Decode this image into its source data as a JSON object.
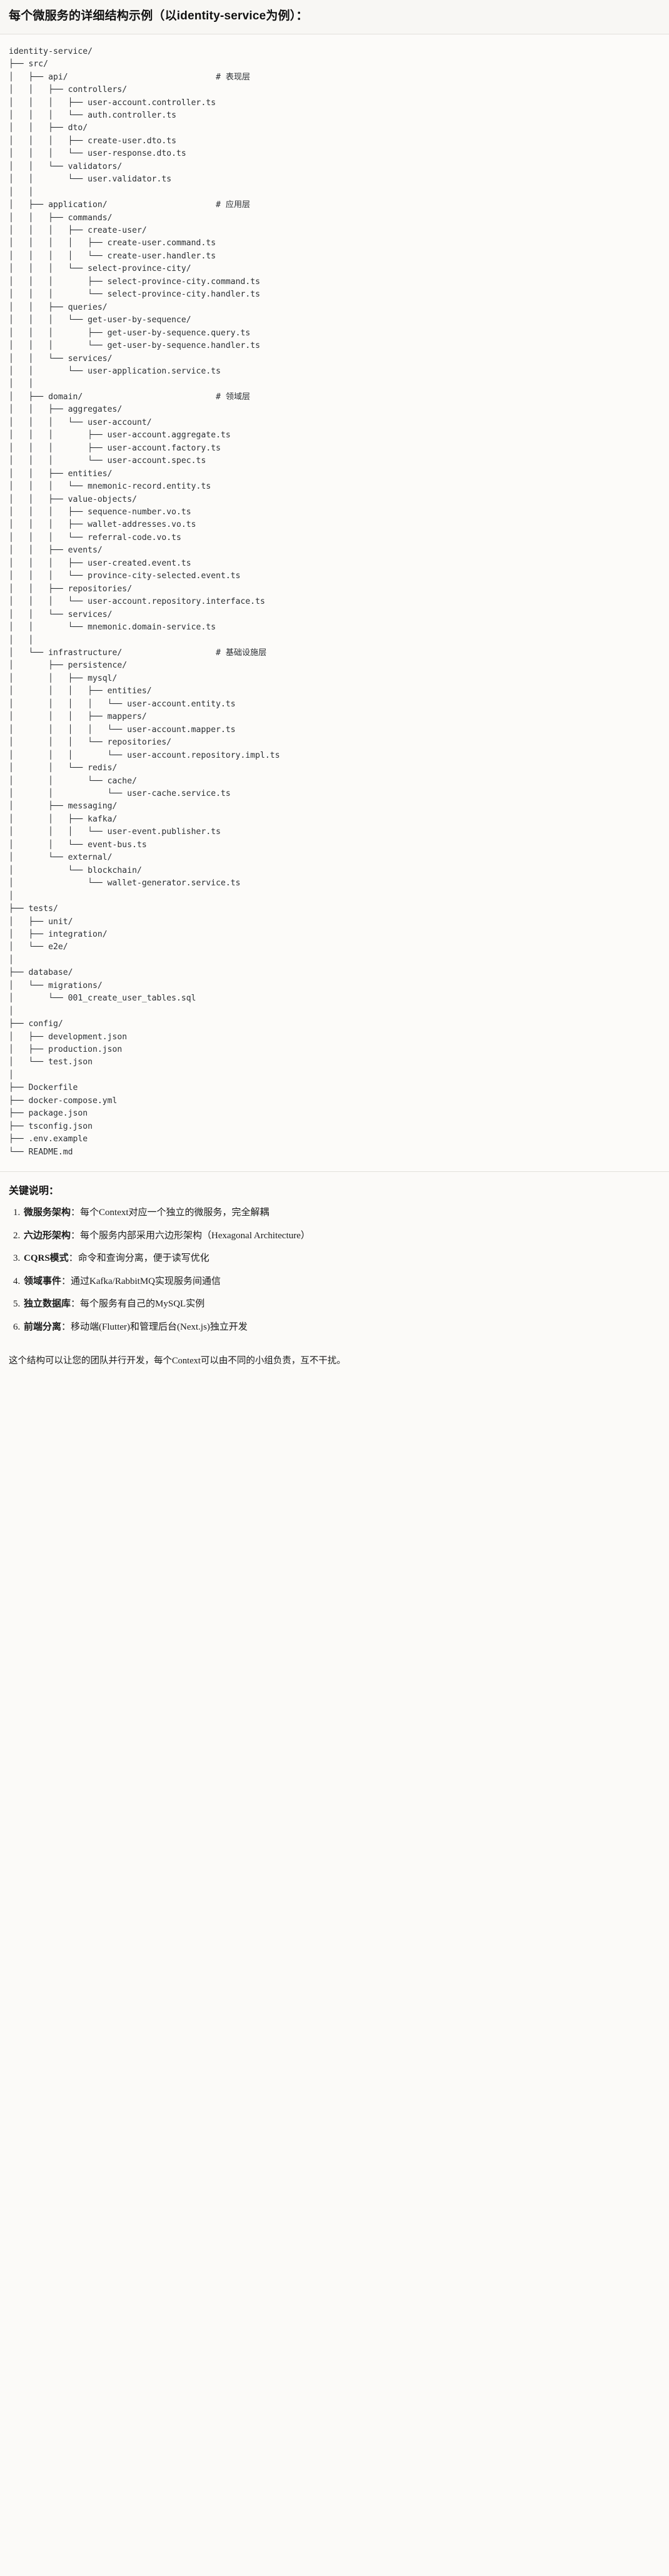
{
  "header": {
    "title": "每个微服务的详细结构示例（以identity-service为例）："
  },
  "tree": {
    "root": "identity-service/",
    "comments": {
      "api": "# 表现层",
      "application": "# 应用层",
      "domain": "# 领域层",
      "infrastructure": "# 基础设施层"
    },
    "text": "identity-service/\n├── src/\n│   ├── api/                              # 表现层\n│   │   ├── controllers/\n│   │   │   ├── user-account.controller.ts\n│   │   │   └── auth.controller.ts\n│   │   ├── dto/\n│   │   │   ├── create-user.dto.ts\n│   │   │   └── user-response.dto.ts\n│   │   └── validators/\n│   │       └── user.validator.ts\n│   │\n│   ├── application/                      # 应用层\n│   │   ├── commands/\n│   │   │   ├── create-user/\n│   │   │   │   ├── create-user.command.ts\n│   │   │   │   └── create-user.handler.ts\n│   │   │   └── select-province-city/\n│   │   │       ├── select-province-city.command.ts\n│   │   │       └── select-province-city.handler.ts\n│   │   ├── queries/\n│   │   │   └── get-user-by-sequence/\n│   │   │       ├── get-user-by-sequence.query.ts\n│   │   │       └── get-user-by-sequence.handler.ts\n│   │   └── services/\n│   │       └── user-application.service.ts\n│   │\n│   ├── domain/                           # 领域层\n│   │   ├── aggregates/\n│   │   │   └── user-account/\n│   │   │       ├── user-account.aggregate.ts\n│   │   │       ├── user-account.factory.ts\n│   │   │       └── user-account.spec.ts\n│   │   ├── entities/\n│   │   │   └── mnemonic-record.entity.ts\n│   │   ├── value-objects/\n│   │   │   ├── sequence-number.vo.ts\n│   │   │   ├── wallet-addresses.vo.ts\n│   │   │   └── referral-code.vo.ts\n│   │   ├── events/\n│   │   │   ├── user-created.event.ts\n│   │   │   └── province-city-selected.event.ts\n│   │   ├── repositories/\n│   │   │   └── user-account.repository.interface.ts\n│   │   └── services/\n│   │       └── mnemonic.domain-service.ts\n│   │\n│   └── infrastructure/                   # 基础设施层\n│       ├── persistence/\n│       │   ├── mysql/\n│       │   │   ├── entities/\n│       │   │   │   └── user-account.entity.ts\n│       │   │   ├── mappers/\n│       │   │   │   └── user-account.mapper.ts\n│       │   │   └── repositories/\n│       │   │       └── user-account.repository.impl.ts\n│       │   └── redis/\n│       │       └── cache/\n│       │           └── user-cache.service.ts\n│       ├── messaging/\n│       │   ├── kafka/\n│       │   │   └── user-event.publisher.ts\n│       │   └── event-bus.ts\n│       └── external/\n│           └── blockchain/\n│               └── wallet-generator.service.ts\n│\n├── tests/\n│   ├── unit/\n│   ├── integration/\n│   └── e2e/\n│\n├── database/\n│   └── migrations/\n│       └── 001_create_user_tables.sql\n│\n├── config/\n│   ├── development.json\n│   ├── production.json\n│   └── test.json\n│\n├── Dockerfile\n├── docker-compose.yml\n├── package.json\n├── tsconfig.json\n├── .env.example\n└── README.md"
  },
  "notes": {
    "heading": "关键说明：",
    "items": [
      {
        "term": "微服务架构",
        "sep": "：",
        "desc": "每个Context对应一个独立的微服务，完全解耦"
      },
      {
        "term": "六边形架构",
        "sep": "：",
        "desc": "每个服务内部采用六边形架构（Hexagonal Architecture）"
      },
      {
        "term": "CQRS模式",
        "sep": "：",
        "desc": "命令和查询分离，便于读写优化"
      },
      {
        "term": "领域事件",
        "sep": "：",
        "desc": "通过Kafka/RabbitMQ实现服务间通信"
      },
      {
        "term": "独立数据库",
        "sep": "：",
        "desc": "每个服务有自己的MySQL实例"
      },
      {
        "term": "前端分离",
        "sep": "：",
        "desc": "移动端(Flutter)和管理后台(Next.js)独立开发"
      }
    ]
  },
  "closing": {
    "text": "这个结构可以让您的团队并行开发，每个Context可以由不同的小组负责，互不干扰。"
  }
}
